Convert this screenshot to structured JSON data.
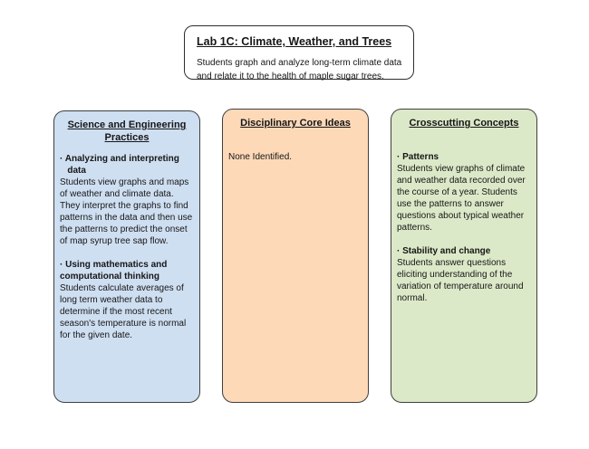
{
  "page": {
    "background_color": "#ffffff",
    "border_color": "#3f3f3f"
  },
  "title_box": {
    "title": "Lab 1C: Climate, Weather, and Trees",
    "description": "Students graph and analyze long-term climate data\nand relate it to the health of maple sugar trees."
  },
  "columns": [
    {
      "header": "Science and Engineering\nPractices",
      "fill": "#cfdff2",
      "blocks": [
        {
          "style": "bullet",
          "text": "· Analyzing and interpreting\n   data"
        },
        {
          "style": "body",
          "text": "Students view graphs and maps\nof weather and climate data.\nThey interpret the graphs to find\npatterns in the data and then use\nthe patterns to predict the onset\nof map syrup tree sap flow."
        },
        {
          "style": "bullet",
          "text": "· Using mathematics and\ncomputational thinking"
        },
        {
          "style": "body",
          "text": "Students calculate averages of\nlong term weather data to\ndetermine if the most recent\nseason's temperature is normal\nfor the given date."
        }
      ]
    },
    {
      "header": "Disciplinary Core Ideas",
      "fill": "#fdd9b8",
      "blocks": [
        {
          "style": "body",
          "text": "None Identified."
        }
      ]
    },
    {
      "header": "Crosscutting Concepts",
      "fill": "#dce9c8",
      "blocks": [
        {
          "style": "bullet",
          "text": "· Patterns"
        },
        {
          "style": "body",
          "text": "Students view graphs of climate\nand weather data recorded over\nthe course of a year. Students\nuse the patterns to answer\nquestions about typical weather\npatterns."
        },
        {
          "style": "bullet",
          "text": "· Stability and change"
        },
        {
          "style": "body",
          "text": "Students answer questions\neliciting understanding of the\nvariation of temperature around\nnormal."
        }
      ]
    }
  ]
}
